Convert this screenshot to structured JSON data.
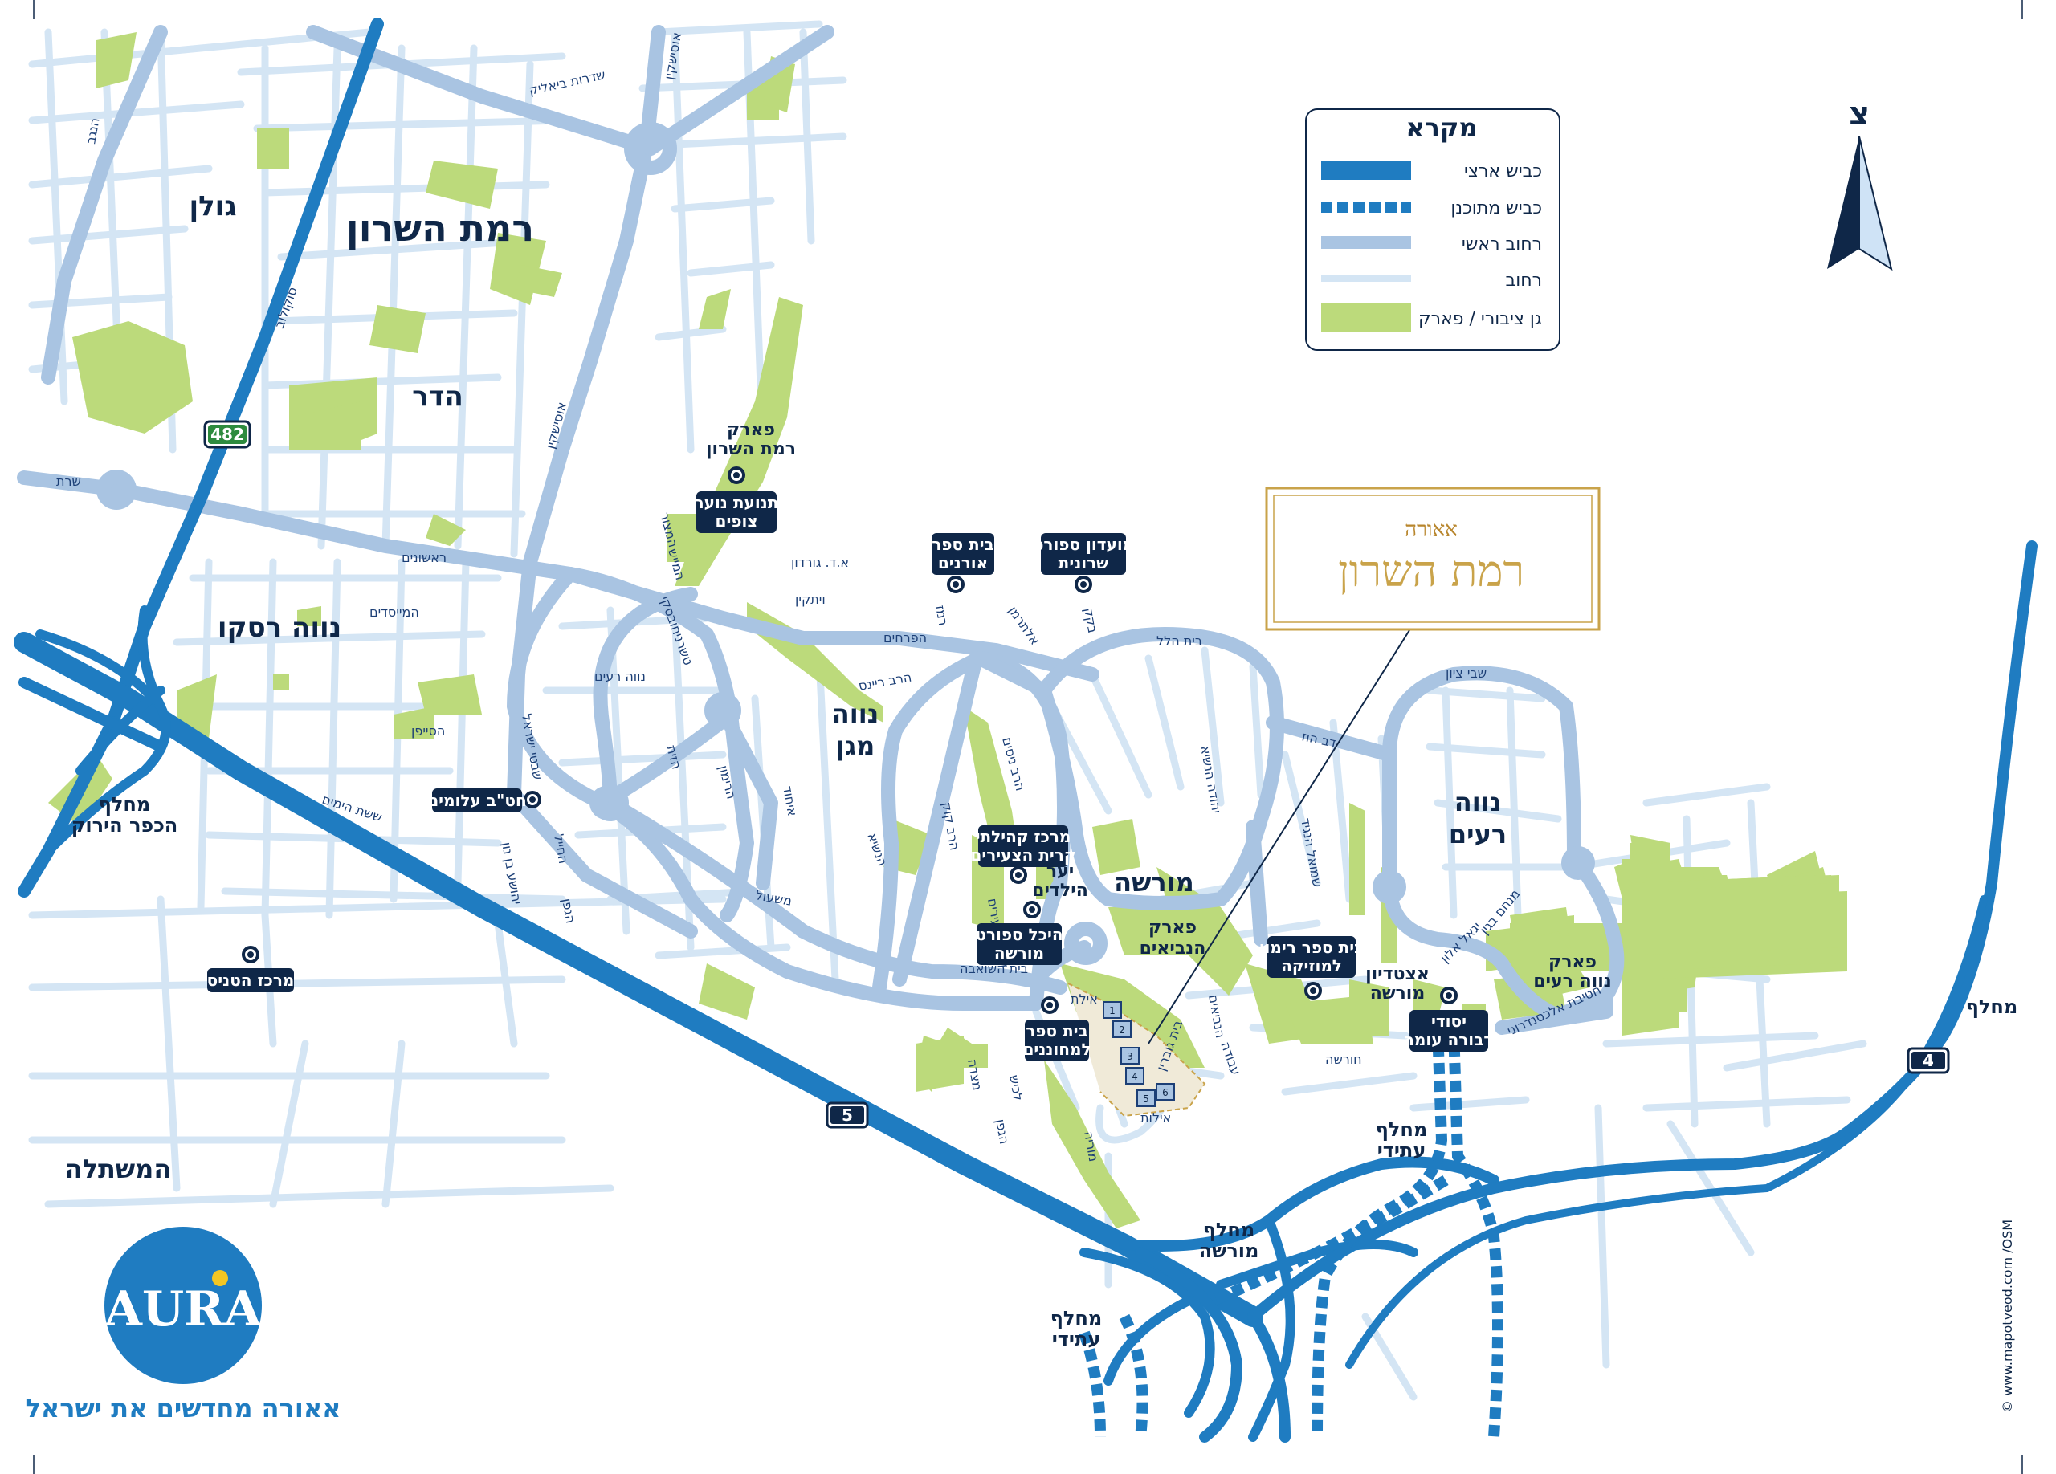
{
  "legend": {
    "title": "מקרא",
    "items": [
      "כביש ארצי",
      "כביש מתוכנן",
      "רחוב ראשי",
      "רחוב",
      "גן ציבורי / פארק"
    ]
  },
  "north_label": "צ",
  "project": {
    "line1": "אאורה",
    "line2": "רמת השרון"
  },
  "neighborhoods": {
    "ramat_hasharon": "רמת השרון",
    "golan": "גולן",
    "hadar": "הדר",
    "neve_rasko": "נווה רסקו",
    "neve_magen_1": "נווה",
    "neve_magen_2": "מגן",
    "morasha": "מורשה",
    "neve_reim_1": "נווה",
    "neve_reim_2": "רעים",
    "hamishtala": "המשתלה"
  },
  "parks": {
    "park_rh_1": "פארק",
    "park_rh_2": "רמת השרון",
    "yaar_1": "יער",
    "yaar_2": "הילדים",
    "neviim_1": "פארק",
    "neviim_2": "הנביאים",
    "neve_reim_park_1": "פארק",
    "neve_reim_park_2": "נווה רעים",
    "stadium_1": "אצטדיון",
    "stadium_2": "מורשה"
  },
  "pois": {
    "tnuat_1": "תנועת נוער",
    "tnuat_2": "צופים",
    "oranim_1": "בית ספר",
    "oranim_2": "אורנים",
    "sport_1": "מועדון ספורט",
    "sport_2": "שרונית",
    "alumim": "חט\"ב עלומים",
    "merkaz_1": "מרכז קהילתי",
    "merkaz_2": "קרית הצעירים",
    "heichal_1": "היכל ספורט",
    "heichal_2": "מורשה",
    "music_1": "בית ספר רימון",
    "music_2": "למוזיקה",
    "gifted_1": "בית ספר",
    "gifted_2": "למחוננים",
    "yesodi_1": "יסודי",
    "yesodi_2": "דבורה עומר",
    "tennis": "מרכז הטניס"
  },
  "interchanges": {
    "kfar_1": "מחלף",
    "kfar_2": "הכפר הירוק",
    "future1_1": "מחלף",
    "future1_2": "עתידי",
    "morasha_1": "מחלף",
    "morasha_2": "מורשה",
    "future2_1": "מחלף",
    "future2_2": "עתידי",
    "east": "מחלף"
  },
  "roads": {
    "r482": "482",
    "r5": "5",
    "r4": "4"
  },
  "streets": {
    "bialik": "שדרות ביאליק",
    "ussishkin_top": "אוסישקין",
    "ussishkin_mid": "אוסישקין",
    "sokolov": "סוקולוב",
    "hanegev": "הנגב",
    "sharet": "שרת",
    "rishonim": "ראשונים",
    "hameyasdim": "המייסדים",
    "neve_reim": "נווה רעים",
    "haseifan": "הסייפן",
    "sheshet": "ששת הימים",
    "shivtei": "שבטי ישראל",
    "hamatsor": "המצור",
    "hamish": "המייש",
    "tchernichovsky": "טשרניחובסקי",
    "ad_gordon": "א.ד. גורדון",
    "yitkin": "ויתקין",
    "ramez": "רמז",
    "alterman": "אלתרמן",
    "bakak": "בקק",
    "bet_hillel": "בית הלל",
    "haprachim": "הפרחים",
    "harav_reines": "הרב ריינס",
    "bnei_zion": "שבי ציון",
    "dov_hoz": "דב הוז",
    "yehuda": "יהודה הנשיא",
    "shmuel": "שמואל הנגיד",
    "hativa": "חטיבת אלכסנדרוני",
    "menachem": "מנחם בגין",
    "yigal": "יגאל אלון",
    "eilat": "אילת",
    "ayalot": "אילות",
    "bet_guvrin": "בית גוברין",
    "horesh": "חורשה",
    "moriah": "מוריה",
    "lachish": "לכיש",
    "hagefen": "הגפן",
    "metsada": "מצדה",
    "hashoava": "בית השואבה",
    "harav_kuk": "הרב קוק",
    "harav_nisim": "הרב ניסים",
    "ihud": "איחוד",
    "hanisha": "הנשיא",
    "mesila": "משעול",
    "hahayil": "החייל",
    "hazait": "הזית",
    "harimon": "הרימון",
    "hagefen2": "הגפן",
    "yehoshua": "יהושע בן נון",
    "gdud": "דרך הצעירים",
    "hanevim": "הנביאים",
    "avoda": "עבודה"
  },
  "brand": {
    "logo": "AURA",
    "tagline": "אאורה מחדשים את ישראל"
  },
  "credit": "© www.mapotveod.com /OSM",
  "colors": {
    "national_road": "#1f7cc1",
    "main_street": "#a9c4e2",
    "street": "#d4e5f4",
    "park": "#bcda7b",
    "navy": "#0f2748",
    "gold": "#c9a34a"
  }
}
